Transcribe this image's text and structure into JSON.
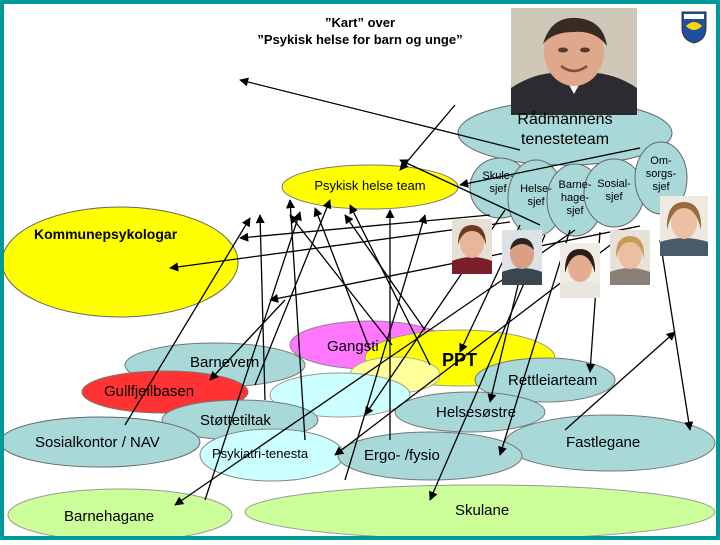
{
  "title": {
    "line1": "”Kart” over",
    "line2": "”Psykisk helse for barn og unge”"
  },
  "nodes": {
    "radmannen": {
      "line1": "Rådmannens",
      "line2": "tenesteteam"
    },
    "omsorgssjef": {
      "line1": "Om-",
      "line2": "sorgs-",
      "line3": "sjef"
    },
    "psykisk_helse_team": "Psykisk helse team",
    "skulesjef": {
      "line1": "Skule-",
      "line2": "sjef"
    },
    "helsesjef": {
      "line1": "Helse-",
      "line2": "sjef"
    },
    "barnehagesjef": {
      "line1": "Barne-",
      "line2": "hage-",
      "line3": "sjef"
    },
    "sosialsjef": {
      "line1": "Sosial-",
      "line2": "sjef"
    },
    "kommunepsykologar": "Kommunepsykologar",
    "gangsti": "Gangsti",
    "ppt": "PPT",
    "barnevern": "Barnevern",
    "rettleiarteam": "Rettleiarteam",
    "gullfjellbasen": "Gullfjellbasen",
    "helsesostre": "Helsesøstre",
    "stottetiltak": "Støttetiltak",
    "sosialkontor": "Sosialkontor / NAV",
    "psykiatri": "Psykiatri-tenesta",
    "fastlegane": "Fastlegane",
    "ergo": "Ergo- /fysio",
    "barnehagane": "Barnehagane",
    "skulane": "Skulane"
  },
  "colors": {
    "frame": "#009999",
    "light_teal": "#a8d8d8",
    "yellow": "#ffff00",
    "light_green": "#ccff99",
    "red": "#ff3333",
    "magenta_pink": "#ff66ff",
    "light_cyan": "#ccffff",
    "pale_yellow": "#ffff99"
  }
}
